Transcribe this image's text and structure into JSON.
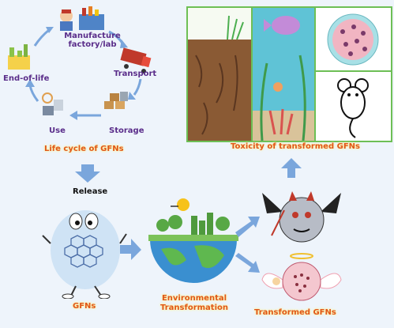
{
  "lifecycle": {
    "manufacture": "Manufacture\nfactory/lab",
    "transport": "Transport",
    "storage": "Storage",
    "use": "Use",
    "end_of_life": "End-of-life",
    "title": "Life cycle of GFNs"
  },
  "release": "Release",
  "gfns": "GFNs",
  "environmental": "Environmental\nTransformation",
  "transformed": "Transformed GFNs",
  "toxicity": "Toxicity of transformed GFNs",
  "colors": {
    "purple_label": "#5a2d8a",
    "orange_label": "#e0571a",
    "arrow_blue": "#7aa6dc",
    "panel_border": "#6dbf55",
    "background": "#eef4fb"
  }
}
